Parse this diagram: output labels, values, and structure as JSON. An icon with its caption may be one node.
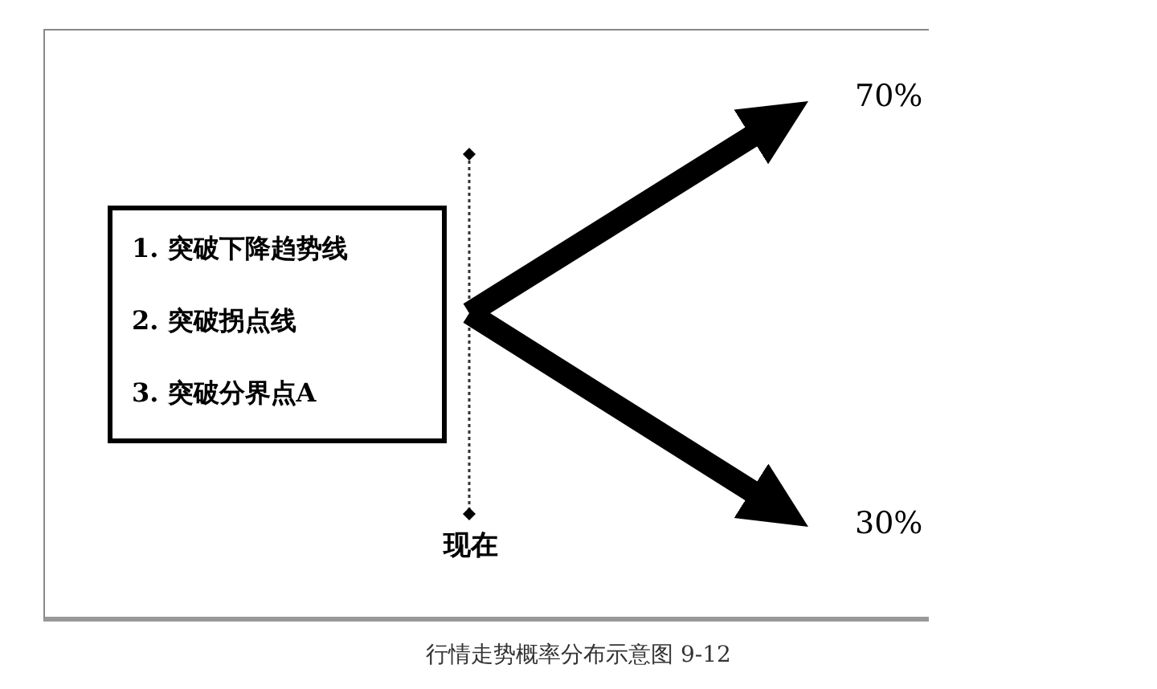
{
  "diagram": {
    "caption": "行情走势概率分布示意图 9-12",
    "nodes": [
      {
        "text": [
          "1. 突破下降趋势线",
          "2. 突破拐点线",
          "3. 突破分界点A"
        ]
      },
      {
        "text": [
          "70%"
        ]
      },
      {
        "text": [
          "30%"
        ]
      }
    ],
    "edges": [
      {
        "from": null,
        "to": 1,
        "arrow": "to"
      },
      {
        "from": null,
        "to": 2,
        "arrow": "to"
      }
    ],
    "labels": [
      "现在"
    ]
  }
}
